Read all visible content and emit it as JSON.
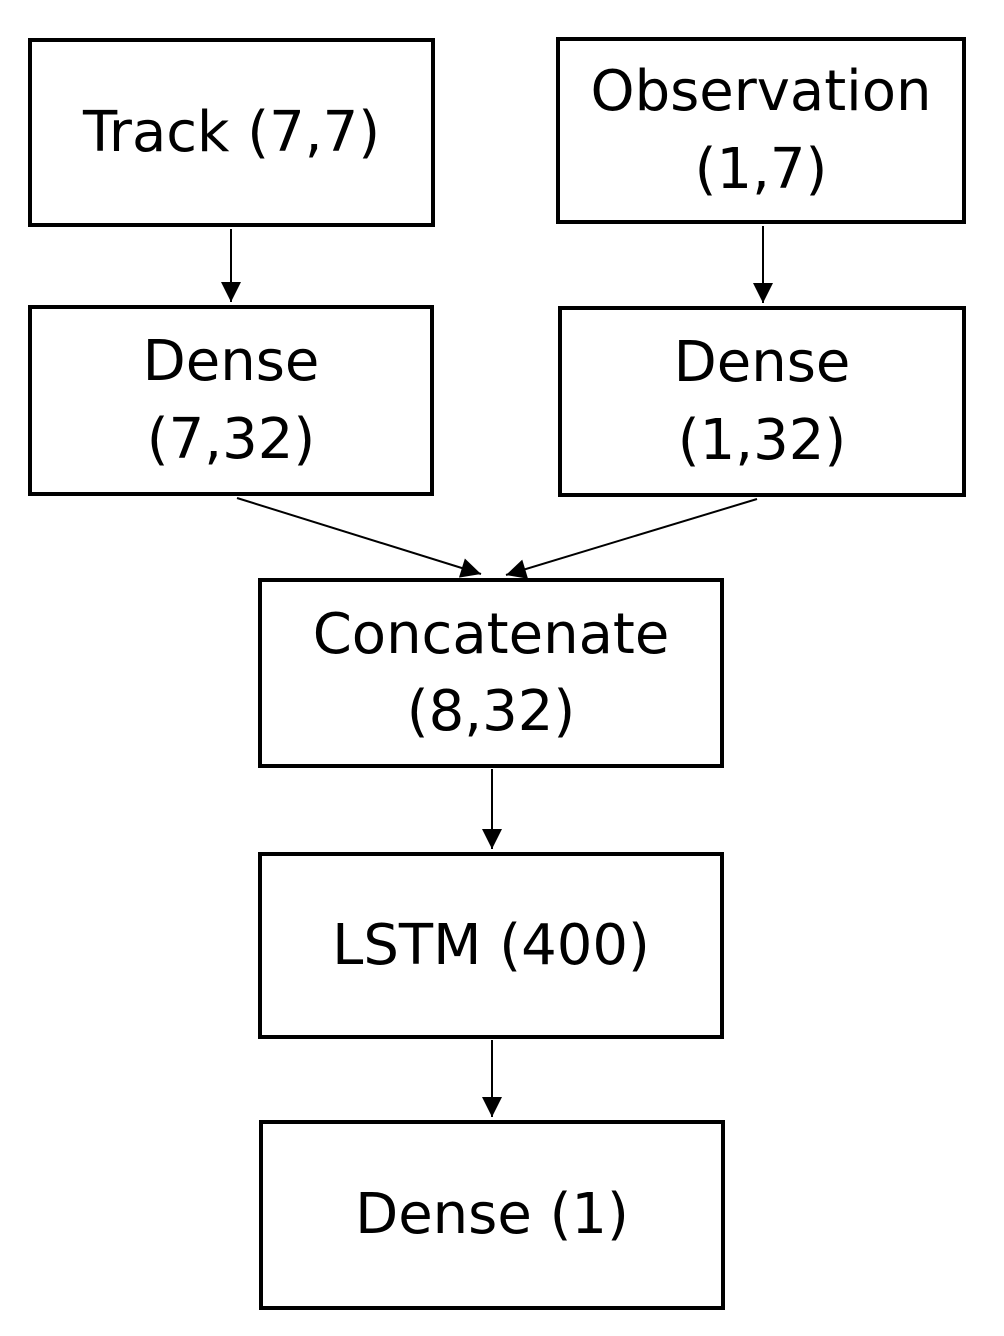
{
  "diagram": {
    "type": "neural-network-architecture-flowchart",
    "colors": {
      "background": "#ffffff",
      "node_fill": "#ffffff",
      "node_border": "#000000",
      "edge": "#000000",
      "text": "#000000"
    },
    "nodes": {
      "track": {
        "lines": [
          "Track (7,7)"
        ]
      },
      "observation": {
        "lines": [
          "Observation",
          "(1,7)"
        ]
      },
      "dense_track": {
        "lines": [
          "Dense",
          "(7,32)"
        ]
      },
      "dense_observation": {
        "lines": [
          "Dense",
          "(1,32)"
        ]
      },
      "concatenate": {
        "lines": [
          "Concatenate",
          "(8,32)"
        ]
      },
      "lstm": {
        "lines": [
          "LSTM (400)"
        ]
      },
      "dense_output": {
        "lines": [
          "Dense (1)"
        ]
      }
    },
    "edges": [
      {
        "from": "track",
        "to": "dense_track"
      },
      {
        "from": "observation",
        "to": "dense_observation"
      },
      {
        "from": "dense_track",
        "to": "concatenate"
      },
      {
        "from": "dense_observation",
        "to": "concatenate"
      },
      {
        "from": "concatenate",
        "to": "lstm"
      },
      {
        "from": "lstm",
        "to": "dense_output"
      }
    ]
  }
}
